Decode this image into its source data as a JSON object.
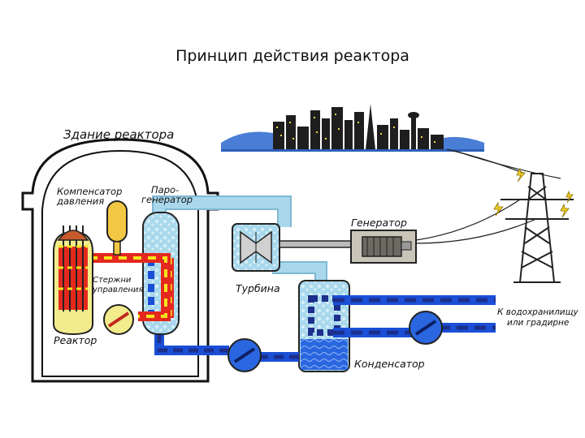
{
  "title": "Принцип действия реактора",
  "labels": {
    "reactor_building": "Здание реактора",
    "pressurizer_line1": "Компенсатор",
    "pressurizer_line2": "давления",
    "steam_generator_line1": "Паро-",
    "steam_generator_line2": "генератор",
    "generator": "Генератор",
    "control_rods_line1": "Стержни",
    "control_rods_line2": "управления",
    "turbine": "Турбина",
    "reactor": "Реактор",
    "condenser": "Конденсатор",
    "reservoir_line1": "К водохранилищу",
    "reservoir_line2": "или градирне"
  },
  "colors": {
    "hot_loop": "#e5281e",
    "hot_loop_dash": "#f5e51e",
    "steam": "#a9d8ec",
    "cold_water": "#1a4fd6",
    "cold_water_dash": "#1c2f8c",
    "reactor_body": "#f2ec8c",
    "pressurizer": "#f2c844",
    "sky": "#4a7ed6",
    "generator_body": "#c9c4b8"
  },
  "icons": [
    "power-tower-icon",
    "city-skyline-icon",
    "pump-icon",
    "lightning-icon"
  ]
}
